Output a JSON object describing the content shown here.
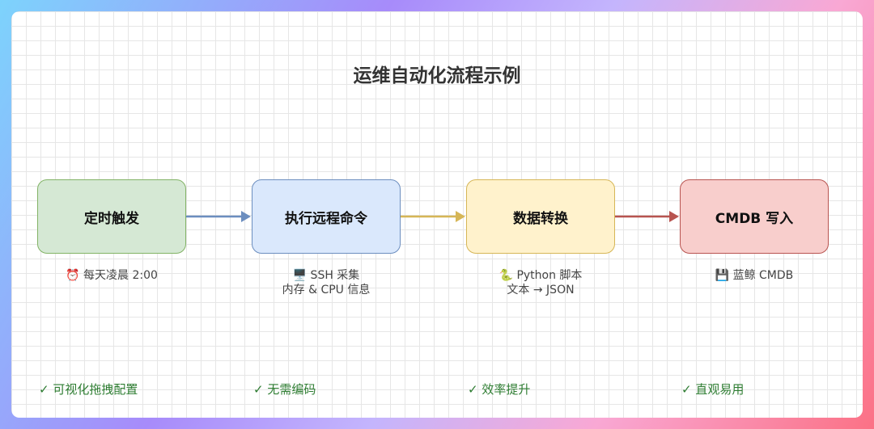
{
  "title": "运维自动化流程示例",
  "nodes": [
    {
      "label": "定时触发"
    },
    {
      "label": "执行远程命令"
    },
    {
      "label": "数据转换"
    },
    {
      "label": "CMDB 写入"
    }
  ],
  "notes": [
    {
      "lines": [
        "⏰ 每天凌晨 2:00"
      ]
    },
    {
      "lines": [
        "🖥️ SSH 采集",
        "内存 & CPU 信息"
      ]
    },
    {
      "lines": [
        "🐍 Python 脚本",
        "文本 → JSON"
      ]
    },
    {
      "lines": [
        "💾 蓝鲸 CMDB"
      ]
    }
  ],
  "checks": [
    "✓ 可视化拖拽配置",
    "✓ 无需编码",
    "✓ 效率提升",
    "✓ 直观易用"
  ],
  "colors": {
    "arrow1": "#6c8ebf",
    "arrow2": "#d6b656",
    "arrow3": "#b85450",
    "check": "#2e7d32"
  }
}
